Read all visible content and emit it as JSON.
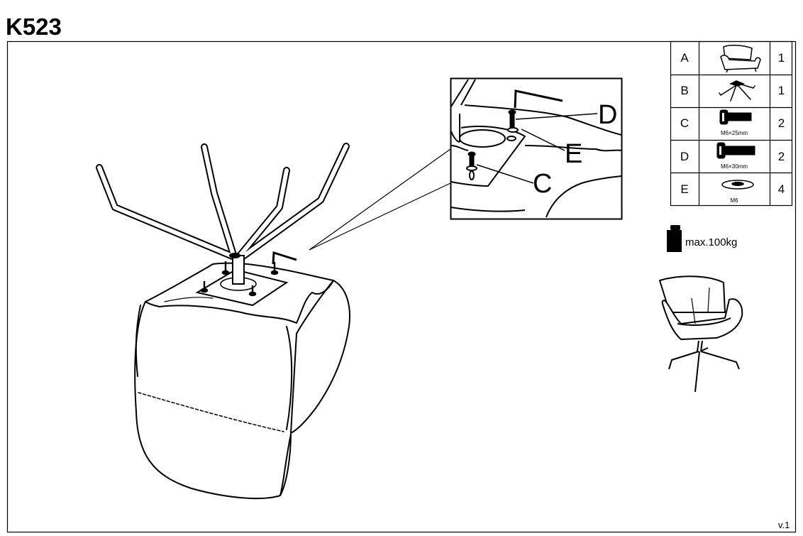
{
  "title": "K523",
  "parts": [
    {
      "id": "A",
      "icon": "armchair-icon",
      "spec": "",
      "qty": "1"
    },
    {
      "id": "B",
      "icon": "swivel-base-icon",
      "spec": "",
      "qty": "1"
    },
    {
      "id": "C",
      "icon": "bolt-icon",
      "spec": "M6×25mm",
      "qty": "2"
    },
    {
      "id": "D",
      "icon": "bolt-icon",
      "spec": "M6×30mm",
      "qty": "2"
    },
    {
      "id": "E",
      "icon": "washer-icon",
      "spec": "M6",
      "qty": "4"
    }
  ],
  "callouts": {
    "d": "D",
    "e": "E",
    "c": "C"
  },
  "max_load": "max.100kg",
  "version": "v.1"
}
